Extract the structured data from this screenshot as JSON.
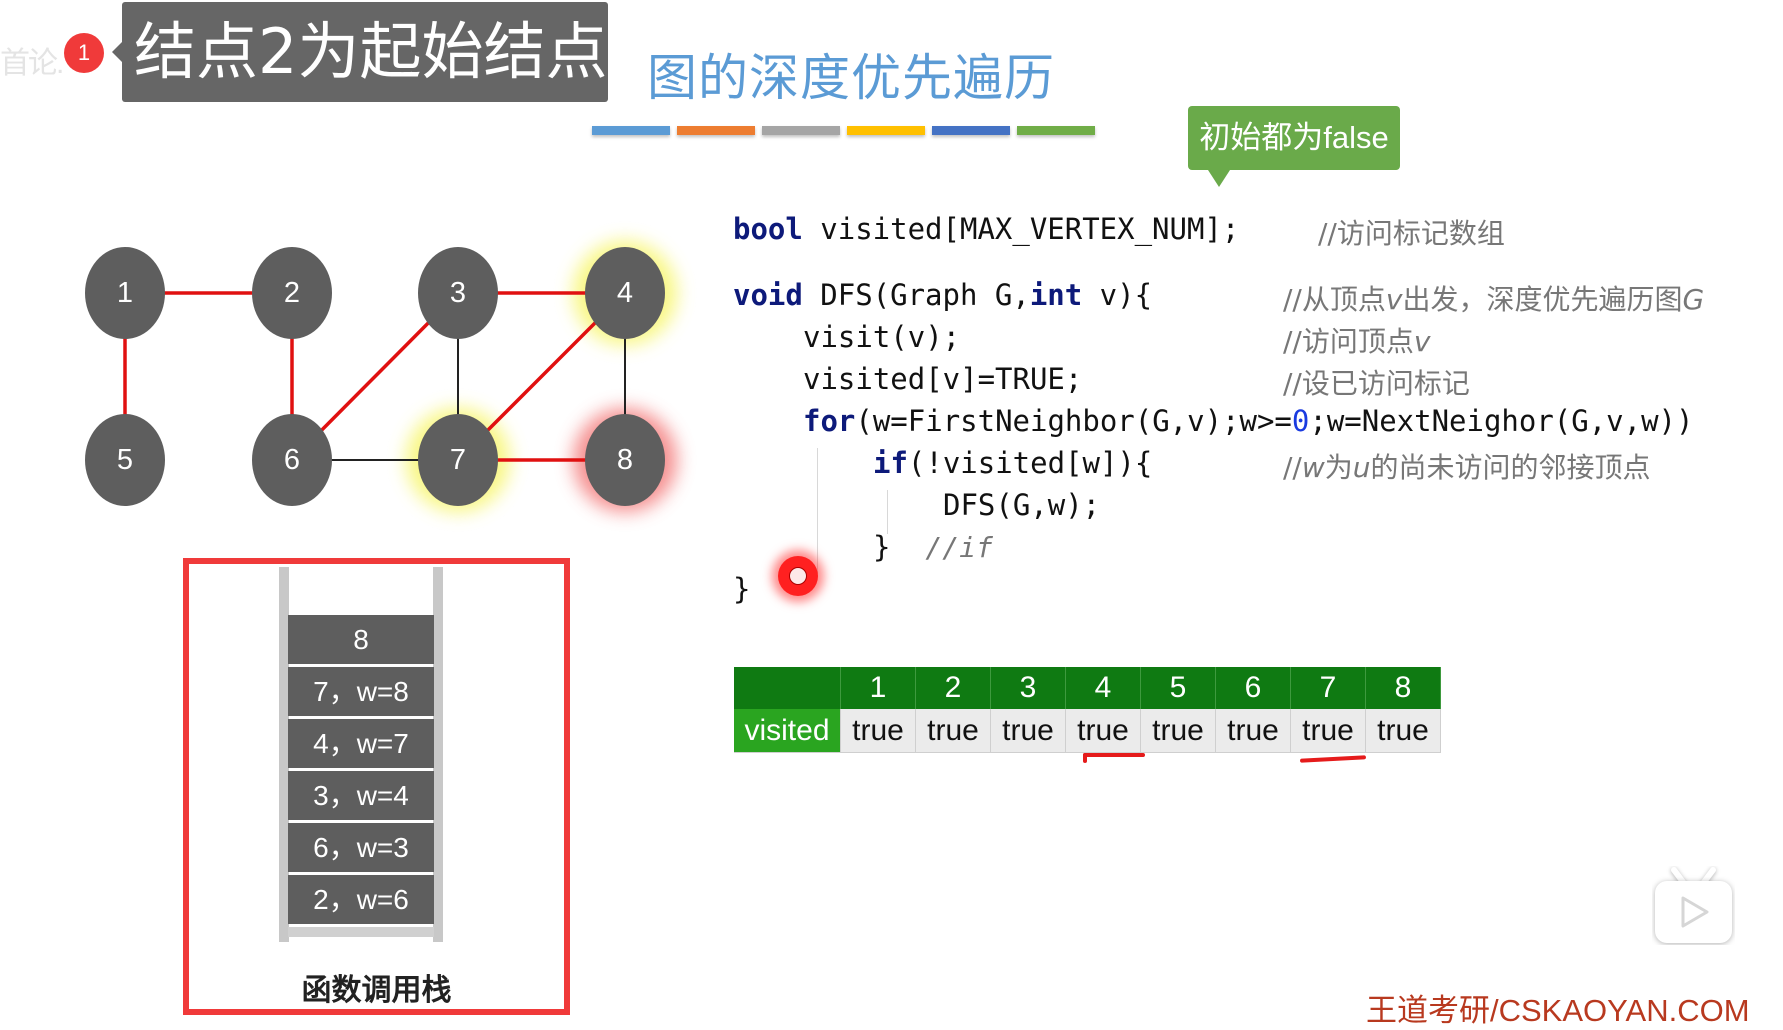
{
  "overlay": {
    "ghost_text": "首论.",
    "badge_count": "1",
    "tooltip_text": "结点2为起始结点"
  },
  "slide": {
    "title": "图的深度优先遍历",
    "color_bars": [
      "#5b9bd5",
      "#ed7d31",
      "#a5a5a5",
      "#ffc000",
      "#4472c4",
      "#70ad47"
    ],
    "callout": "初始都为false",
    "watermark": "王道考研/CSKAOYAN.COM"
  },
  "code": {
    "line1": {
      "kw": "bool",
      "rest": " visited[MAX_VERTEX_NUM];",
      "comment": "//访问标记数组"
    },
    "line2": {
      "kw1": "void",
      "mid": " DFS(Graph G,",
      "kw2": "int",
      "rest": " v){",
      "comment_a": "//从顶点",
      "comment_v": "v",
      "comment_b": "出发，深度优先遍历图",
      "comment_g": "G"
    },
    "line3": {
      "text": "visit(v);",
      "comment_a": "//访问顶点",
      "comment_v": "v"
    },
    "line4": {
      "text": "visited[v]=TRUE;",
      "comment": "//设已访问标记"
    },
    "line5": {
      "kw": "for",
      "a": "(w=FirstNeighbor(G,v);w>=",
      "zero": "0",
      "b": ";w=NextNeighor(G,v,w))"
    },
    "line6": {
      "kw": "if",
      "rest": "(!visited[w]){",
      "comment_a": "//",
      "comment_w": "w",
      "comment_b": "为",
      "comment_u": "u",
      "comment_c": "的尚未访问的邻接顶点"
    },
    "line7": {
      "text": "DFS(G,w);"
    },
    "line8": {
      "brace": "}",
      "comment": "//if"
    },
    "line9": {
      "brace": "}"
    }
  },
  "graph": {
    "nodes": [
      {
        "id": "1",
        "glow": null
      },
      {
        "id": "2",
        "glow": null
      },
      {
        "id": "3",
        "glow": null
      },
      {
        "id": "4",
        "glow": "yellow"
      },
      {
        "id": "5",
        "glow": null
      },
      {
        "id": "6",
        "glow": null
      },
      {
        "id": "7",
        "glow": "yellow"
      },
      {
        "id": "8",
        "glow": "red"
      }
    ],
    "edges": [
      {
        "from": "1",
        "to": "2",
        "traversed": true
      },
      {
        "from": "1",
        "to": "5",
        "traversed": true
      },
      {
        "from": "2",
        "to": "6",
        "traversed": true
      },
      {
        "from": "6",
        "to": "3",
        "traversed": true
      },
      {
        "from": "3",
        "to": "4",
        "traversed": true
      },
      {
        "from": "4",
        "to": "7",
        "traversed": true
      },
      {
        "from": "7",
        "to": "8",
        "traversed": true
      },
      {
        "from": "3",
        "to": "7",
        "traversed": false
      },
      {
        "from": "4",
        "to": "8",
        "traversed": false
      },
      {
        "from": "6",
        "to": "7",
        "traversed": false
      }
    ],
    "colors": {
      "node": "#5e5e5e",
      "traversed_edge": "#e01010",
      "plain_edge": "#222222"
    }
  },
  "call_stack": {
    "frames_top_to_bottom": [
      "8",
      "7，w=8",
      "4，w=7",
      "3，w=4",
      "6，w=3",
      "2，w=6"
    ],
    "caption": "函数调用栈"
  },
  "visited_table": {
    "row_label": "visited",
    "headers": [
      "1",
      "2",
      "3",
      "4",
      "5",
      "6",
      "7",
      "8"
    ],
    "values": [
      "true",
      "true",
      "true",
      "true",
      "true",
      "true",
      "true",
      "true"
    ],
    "underlined_columns": [
      "4",
      "7"
    ]
  },
  "player": {
    "icon": "bilibili-tv-play-icon"
  }
}
